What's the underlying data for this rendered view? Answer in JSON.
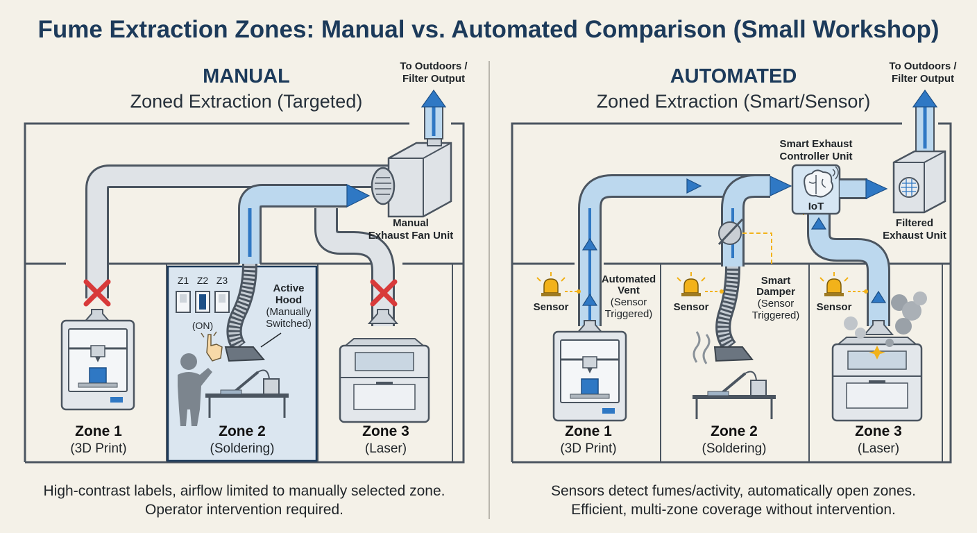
{
  "title": "Fume Extraction Zones: Manual vs. Automated Comparison (Small Workshop)",
  "manual": {
    "heading": "MANUAL",
    "subheading": "Zoned Extraction (Targeted)",
    "outlet_label": [
      "To Outdoors /",
      "Filter Output"
    ],
    "fan_label": [
      "Manual",
      "Exhaust Fan Unit"
    ],
    "switch_labels": [
      "Z1",
      "Z2",
      "Z3"
    ],
    "switch_state": "(ON)",
    "hood_label": [
      "Active",
      "Hood",
      "(Manually",
      "Switched)"
    ],
    "zones": [
      {
        "name": "Zone 1",
        "desc": "(3D Print)"
      },
      {
        "name": "Zone 2",
        "desc": "(Soldering)"
      },
      {
        "name": "Zone 3",
        "desc": "(Laser)"
      }
    ],
    "caption": [
      "High-contrast labels, airflow limited to manually selected zone.",
      "Operator intervention required."
    ]
  },
  "automated": {
    "heading": "AUTOMATED",
    "subheading": "Zoned Extraction (Smart/Sensor)",
    "outlet_label": [
      "To Outdoors /",
      "Filter Output"
    ],
    "controller_label": [
      "Smart Exhaust",
      "Controller Unit"
    ],
    "controller_badge": "IoT",
    "exhaust_label": [
      "Filtered",
      "Exhaust Unit"
    ],
    "vent_label": [
      "Automated",
      "Vent",
      "(Sensor",
      "Triggered)"
    ],
    "damper_label": [
      "Smart",
      "Damper",
      "(Sensor",
      "Triggered)"
    ],
    "sensor_label": "Sensor",
    "zones": [
      {
        "name": "Zone 1",
        "desc": "(3D Print)"
      },
      {
        "name": "Zone 2",
        "desc": "(Soldering)"
      },
      {
        "name": "Zone 3",
        "desc": "(Laser)"
      }
    ],
    "caption": [
      "Sensors detect fumes/activity, automatically open zones.",
      "Efficient, multi-zone coverage without intervention."
    ]
  },
  "colors": {
    "airflow_blue": "#2f78c4",
    "duct_light_blue": "#bcd8ee",
    "duct_grey": "#dfe3e7",
    "active_zone_bg": "#dbe6f0",
    "blocked_red": "#d83a3a",
    "sensor_amber": "#f2b21a",
    "title_navy": "#1c3a5a"
  }
}
